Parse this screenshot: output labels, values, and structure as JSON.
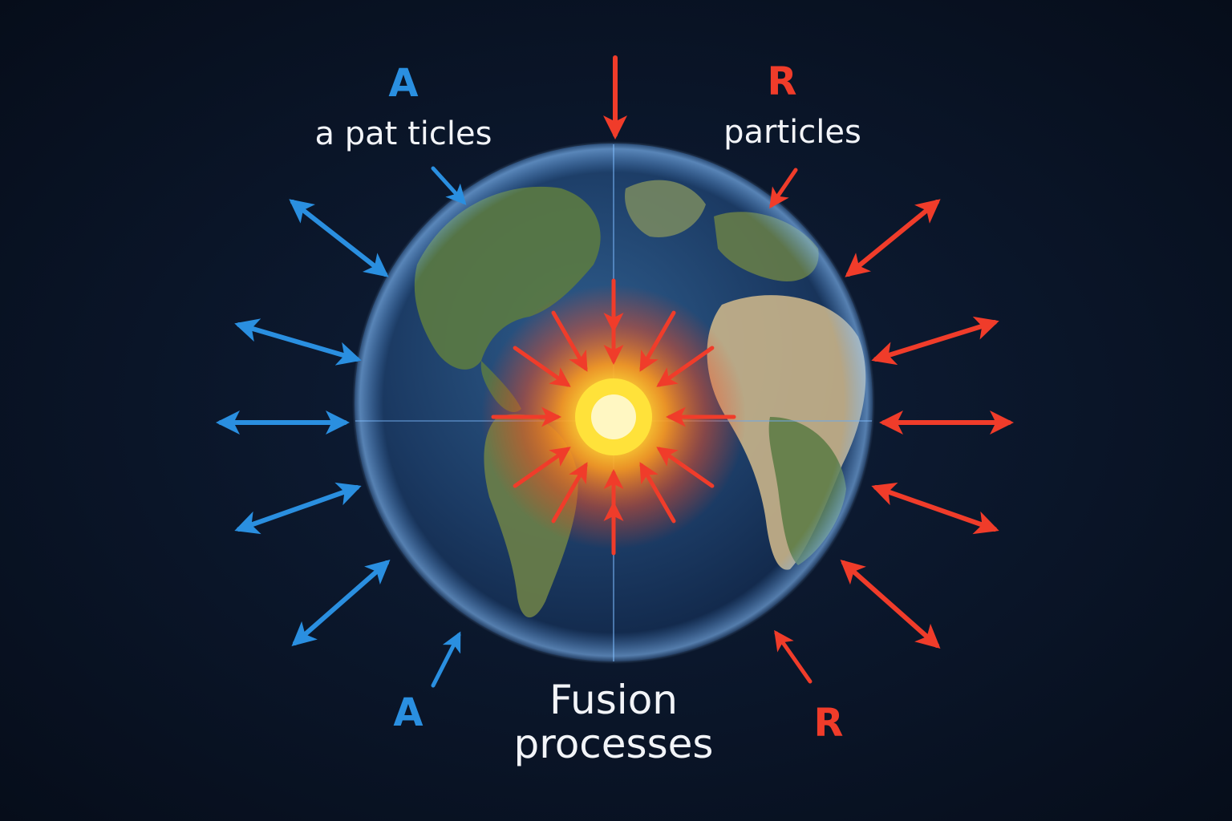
{
  "labels": {
    "top_left_letter": "A",
    "top_left_caption": "a pat ticles",
    "top_right_letter": "R",
    "top_right_caption": "particles",
    "bottom_left_letter": "A",
    "bottom_right_letter": "R",
    "center_caption_line1": "Fusion",
    "center_caption_line2": "processes"
  },
  "colors": {
    "blue": "#2a8fe0",
    "red": "#f03c2a",
    "core": "#ffe23a",
    "text": "#f2f4f8"
  },
  "icons": {
    "globe": "earth-globe-icon",
    "core": "fusion-core-icon"
  }
}
